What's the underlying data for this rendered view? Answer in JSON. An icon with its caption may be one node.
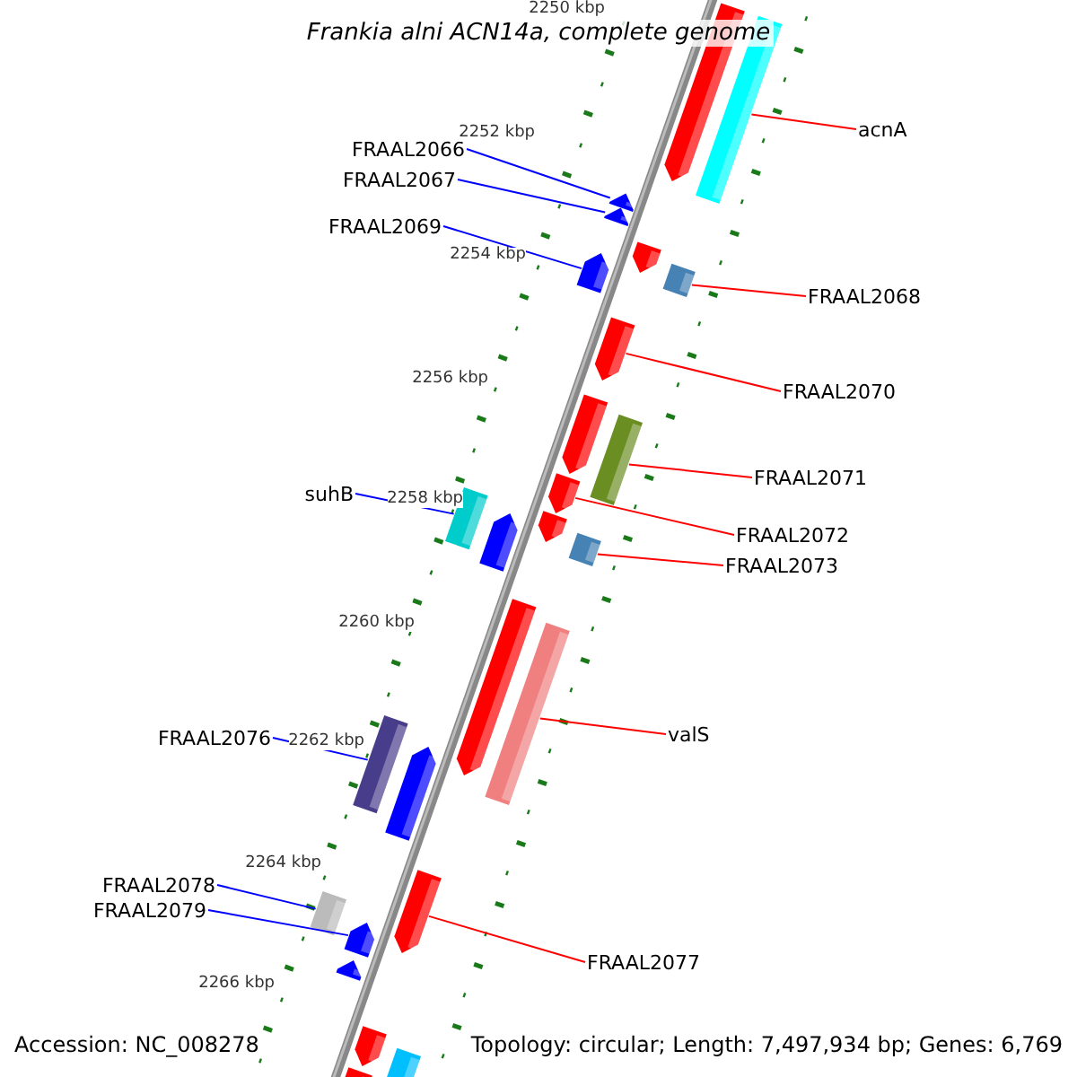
{
  "diagram": {
    "title": "Frankia alni ACN14a, complete genome",
    "nodes": [
      {
        "text": [
          "acnA"
        ]
      },
      {
        "text": [
          "FRAAL2066"
        ]
      },
      {
        "text": [
          "FRAAL2067"
        ]
      },
      {
        "text": [
          "FRAAL2069"
        ]
      },
      {
        "text": [
          "FRAAL2068"
        ]
      },
      {
        "text": [
          "FRAAL2070"
        ]
      },
      {
        "text": [
          "FRAAL2071"
        ]
      },
      {
        "text": [
          "suhB"
        ]
      },
      {
        "text": [
          "FRAAL2072"
        ]
      },
      {
        "text": [
          "FRAAL2073"
        ]
      },
      {
        "text": [
          "valS"
        ]
      },
      {
        "text": [
          "FRAAL2076"
        ]
      },
      {
        "text": [
          "FRAAL2078"
        ]
      },
      {
        "text": [
          "FRAAL2079"
        ]
      },
      {
        "text": [
          "FRAAL2077"
        ]
      },
      {
        "text": [],
        "shape": "bar"
      },
      {
        "text": [],
        "shape": "bar"
      },
      {
        "text": [],
        "shape": "bar"
      },
      {
        "text": [],
        "shape": "bar"
      },
      {
        "text": [],
        "shape": "bar"
      },
      {
        "text": [],
        "shape": "bar"
      },
      {
        "text": [],
        "shape": "bar"
      },
      {
        "text": [],
        "shape": "bar"
      },
      {
        "text": [],
        "shape": "bar"
      },
      {
        "text": [],
        "shape": "bar"
      },
      {
        "text": [],
        "shape": "bar"
      },
      {
        "text": [],
        "shape": "bar"
      },
      {
        "text": [],
        "shape": "bar"
      },
      {
        "text": [],
        "shape": "bar"
      },
      {
        "text": [],
        "shape": "bar"
      },
      {
        "text": [],
        "shape": "bar"
      },
      {
        "text": [],
        "shape": "bar"
      },
      {
        "text": [],
        "shape": "bar"
      },
      {
        "text": [],
        "shape": "bar"
      },
      {
        "text": [],
        "shape": "bar"
      },
      {
        "text": [],
        "shape": "bar"
      },
      {
        "text": [],
        "shape": "bar"
      },
      {
        "text": [],
        "shape": "bar"
      },
      {
        "text": [],
        "shape": "bar"
      },
      {
        "text": [],
        "shape": "bar"
      },
      {
        "text": [],
        "shape": "bar"
      }
    ],
    "edges": [
      {
        "from": 0,
        "to": 16,
        "arrow": "none",
        "color": "#ff0000"
      },
      {
        "from": 1,
        "to": 17,
        "arrow": "none",
        "color": "#0000ff"
      },
      {
        "from": 2,
        "to": 18,
        "arrow": "none",
        "color": "#0000ff"
      },
      {
        "from": 3,
        "to": 21,
        "arrow": "none",
        "color": "#0000ff"
      },
      {
        "from": 4,
        "to": 20,
        "arrow": "none",
        "color": "#ff0000"
      },
      {
        "from": 5,
        "to": 22,
        "arrow": "none",
        "color": "#ff0000"
      },
      {
        "from": 6,
        "to": 24,
        "arrow": "none",
        "color": "#ff0000"
      },
      {
        "from": 7,
        "to": 28,
        "arrow": "none",
        "color": "#0000ff"
      },
      {
        "from": 8,
        "to": 25,
        "arrow": "none",
        "color": "#ff0000"
      },
      {
        "from": 9,
        "to": 27,
        "arrow": "none",
        "color": "#ff0000"
      },
      {
        "from": 10,
        "to": 31,
        "arrow": "none",
        "color": "#ff0000"
      },
      {
        "from": 11,
        "to": 32,
        "arrow": "none",
        "color": "#0000ff"
      },
      {
        "from": 12,
        "to": 35,
        "arrow": "none",
        "color": "#0000ff"
      },
      {
        "from": 13,
        "to": 36,
        "arrow": "none",
        "color": "#0000ff"
      },
      {
        "from": 14,
        "to": 34,
        "arrow": "none",
        "color": "#ff0000"
      }
    ],
    "labels": [
      "2250 kbp",
      "2252 kbp",
      "2254 kbp",
      "2256 kbp",
      "2258 kbp",
      "2260 kbp",
      "2262 kbp",
      "2264 kbp",
      "2266 kbp",
      "Accession: NC_008278",
      "Topology: circular; Length: 7,497,934 bp; Genes: 6,769"
    ]
  }
}
